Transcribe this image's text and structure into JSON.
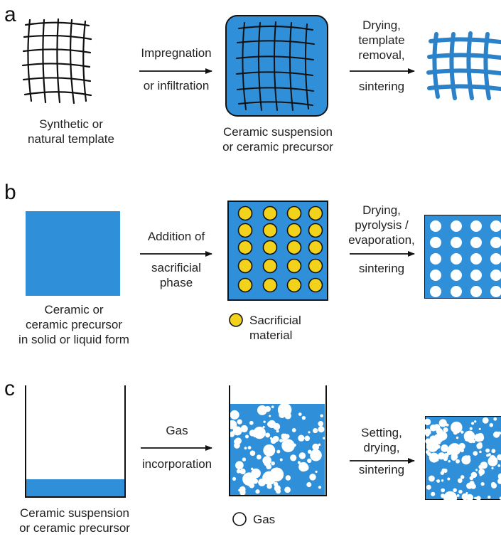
{
  "colors": {
    "ceramic_blue": "#2f8fd8",
    "ceramic_dark_blue": "#1f6fb2",
    "sacrificial_yellow": "#f2d21a",
    "outline": "#111111",
    "pore_white": "#ffffff"
  },
  "panels": [
    {
      "letter": "a",
      "start_caption": [
        "Synthetic or",
        "natural template"
      ],
      "step1": [
        "Impregnation",
        "or infiltration"
      ],
      "middle_caption": [
        "Ceramic suspension",
        "or ceramic precursor"
      ],
      "step2": [
        "Drying,",
        "template",
        "removal,",
        "sintering"
      ]
    },
    {
      "letter": "b",
      "start_caption": [
        "Ceramic or",
        "ceramic precursor",
        "in solid or liquid form"
      ],
      "step1": [
        "Addition of",
        "sacrificial",
        "phase"
      ],
      "legend": [
        "Sacrificial",
        "material"
      ],
      "step2": [
        "Drying,",
        "pyrolysis /",
        "evaporation,",
        "sintering"
      ]
    },
    {
      "letter": "c",
      "start_caption": [
        "Ceramic suspension",
        "or ceramic precursor"
      ],
      "step1": [
        "Gas",
        "incorporation"
      ],
      "legend": [
        "Gas"
      ],
      "step2": [
        "Setting,",
        "drying,",
        "sintering"
      ]
    }
  ],
  "icons": [
    "right-arrow-icon",
    "template-mesh-icon",
    "sacrificial-sphere-icon",
    "gas-bubble-icon"
  ]
}
